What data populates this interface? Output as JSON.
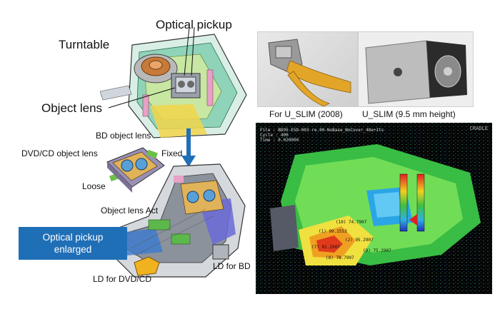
{
  "labels": {
    "turntable": "Turntable",
    "optical_pickup": "Optical pickup",
    "object_lens": "Object lens",
    "bd_object_lens": "BD object lens",
    "dvd_cd_object_lens": "DVD/CD object lens",
    "fixed": "Fixed",
    "loose": "Loose",
    "object_lens_act": "Object lens Act",
    "ld_dvd_cd": "LD for DVD/CD",
    "ld_bd": "LD for BD"
  },
  "badge": {
    "line1": "Optical pickup",
    "line2": "enlarged"
  },
  "captions": {
    "photo_left": "For U_SLIM (2008)",
    "photo_right": "U_SLIM (9.5 mm height)"
  },
  "simulation": {
    "header_lines": [
      "File : BD95-ESD-003-re.00-NoBase_NoCover_48e+1ts",
      "Cycle : 400",
      "Time : 0.020000"
    ],
    "brand": "CRADLE",
    "tags": [
      "(1) 99.2553",
      "(2) 95.2907",
      "(7) 91.2907",
      "(8) 78.7907",
      "(9) 75.2907",
      "(10) 74.7907"
    ]
  },
  "colors": {
    "badge_bg": "#1f6fb7",
    "arrow": "#1f6fb7"
  }
}
